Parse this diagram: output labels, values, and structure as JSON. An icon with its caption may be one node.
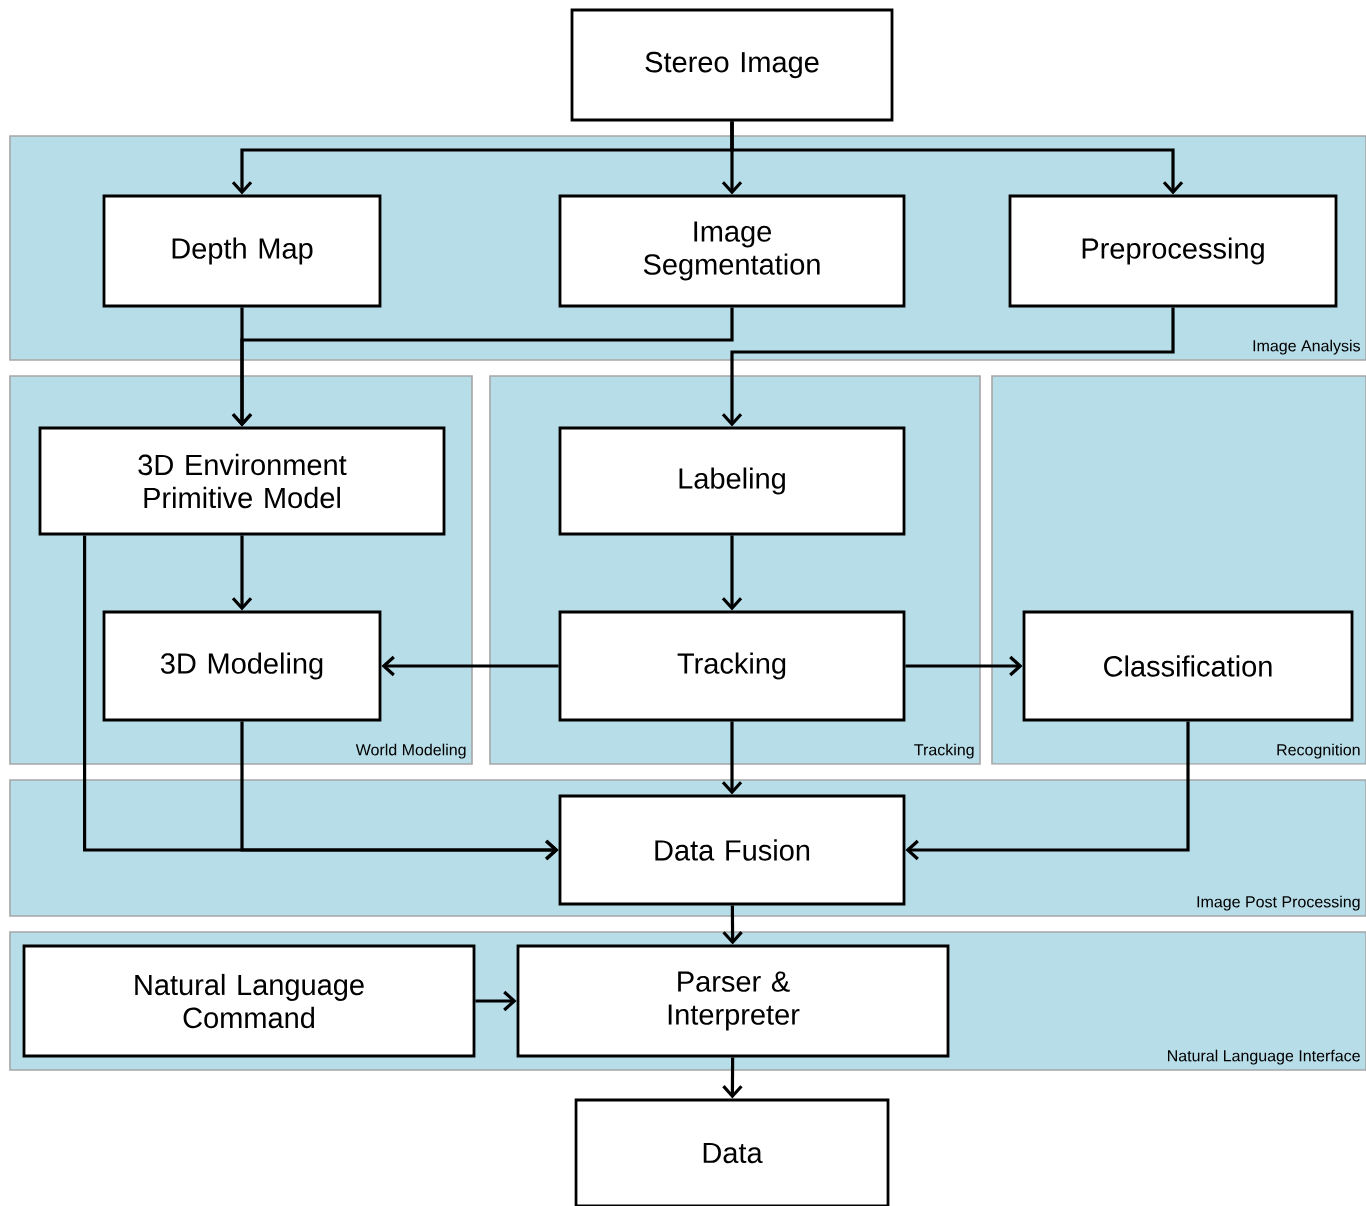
{
  "diagram": {
    "nodes": [
      {
        "text": [
          "Stereo Image"
        ]
      },
      {
        "text": [
          "Image Analysis"
        ]
      },
      {
        "text": [
          "Depth Map"
        ],
        "in": 1
      },
      {
        "text": [
          "Image Segmentation"
        ],
        "in": 1
      },
      {
        "text": [
          "Preprocessing"
        ],
        "in": 1
      },
      {
        "text": [
          "World Modeling"
        ]
      },
      {
        "text": [
          "3D Environment Primitive Model"
        ],
        "in": 5
      },
      {
        "text": [
          "3D Modeling"
        ],
        "in": 5
      },
      {
        "text": [
          "Tracking"
        ]
      },
      {
        "text": [
          "Labeling"
        ],
        "in": 8
      },
      {
        "text": [
          "Tracking"
        ],
        "in": 8
      },
      {
        "text": [
          "Recognition"
        ]
      },
      {
        "text": [
          "Classification"
        ],
        "in": 11
      },
      {
        "text": [
          "Image Post Processing"
        ]
      },
      {
        "text": [
          "Data Fusion"
        ],
        "in": 13
      },
      {
        "text": [
          "Natural Language Interface"
        ]
      },
      {
        "text": [
          "Natural Language Command"
        ],
        "in": 15
      },
      {
        "text": [
          "Parser & Interpreter"
        ],
        "in": 15
      },
      {
        "text": [
          "Data"
        ]
      }
    ],
    "edges": [
      {
        "from": 0,
        "to": 2,
        "arrow": "to"
      },
      {
        "from": 0,
        "to": 3,
        "arrow": "to"
      },
      {
        "from": 0,
        "to": 4,
        "arrow": "to"
      },
      {
        "from": 2,
        "to": 6,
        "arrow": "to"
      },
      {
        "from": 3,
        "to": 6,
        "arrow": "to"
      },
      {
        "from": 4,
        "to": 9,
        "arrow": "to"
      },
      {
        "from": 6,
        "to": 7,
        "arrow": "to"
      },
      {
        "from": 9,
        "to": 10,
        "arrow": "to"
      },
      {
        "from": 10,
        "to": 7,
        "arrow": "to"
      },
      {
        "from": 10,
        "to": 12,
        "arrow": "to"
      },
      {
        "from": 6,
        "to": 14,
        "arrow": "to"
      },
      {
        "from": 7,
        "to": 14,
        "arrow": "to"
      },
      {
        "from": 10,
        "to": 14,
        "arrow": "to"
      },
      {
        "from": 12,
        "to": 14,
        "arrow": "to"
      },
      {
        "from": 14,
        "to": 17,
        "arrow": "to"
      },
      {
        "from": 16,
        "to": 17,
        "arrow": "to"
      },
      {
        "from": 17,
        "to": 18,
        "arrow": "to"
      }
    ]
  }
}
